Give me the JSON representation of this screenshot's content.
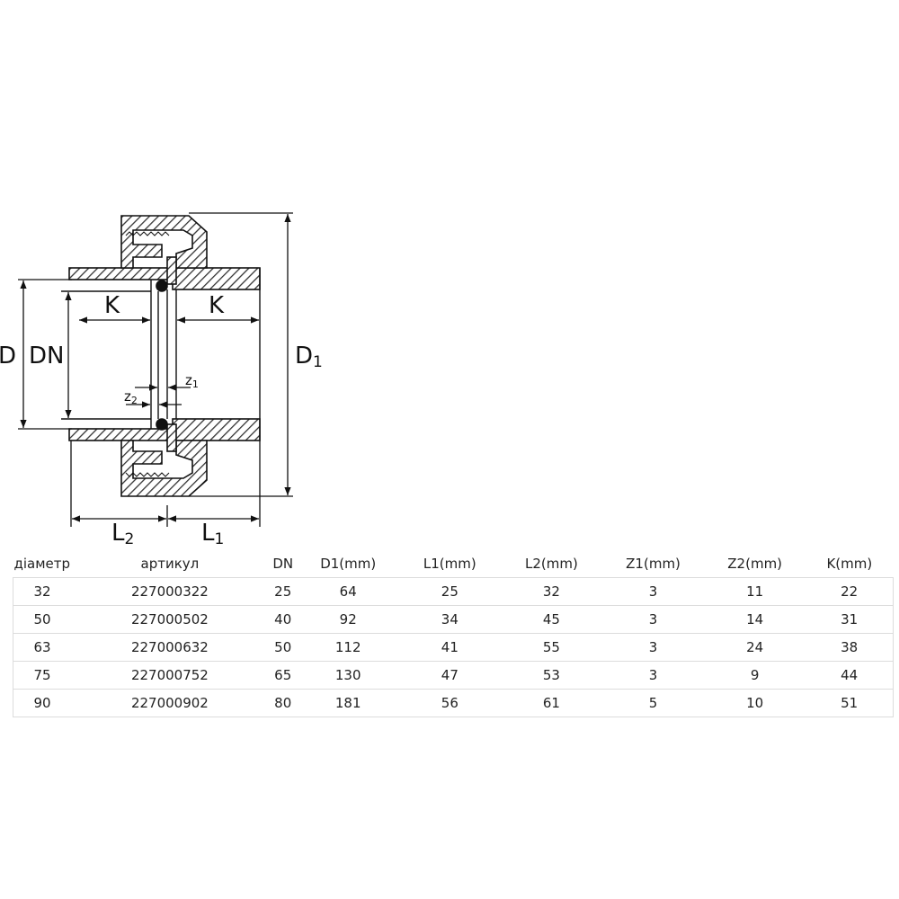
{
  "diagram": {
    "labels": {
      "d": "D",
      "dn": "DN",
      "k_left": "K",
      "k_right": "K",
      "d1": "D",
      "d1_sub": "1",
      "z1": "z",
      "z1_sub": "1",
      "z2": "z",
      "z2_sub": "2",
      "l2": "L",
      "l2_sub": "2",
      "l1": "L",
      "l1_sub": "1"
    },
    "colors": {
      "line": "#111111",
      "hatch": "#333333"
    }
  },
  "table": {
    "headers": [
      "діаметр",
      "артикул",
      "DN",
      "D1(mm)",
      "L1(mm)",
      "L2(mm)",
      "Z1(mm)",
      "Z2(mm)",
      "K(mm)"
    ],
    "rows": [
      [
        "32",
        "227000322",
        "25",
        "64",
        "25",
        "32",
        "3",
        "11",
        "22"
      ],
      [
        "50",
        "227000502",
        "40",
        "92",
        "34",
        "45",
        "3",
        "14",
        "31"
      ],
      [
        "63",
        "227000632",
        "50",
        "112",
        "41",
        "55",
        "3",
        "24",
        "38"
      ],
      [
        "75",
        "227000752",
        "65",
        "130",
        "47",
        "53",
        "3",
        "9",
        "44"
      ],
      [
        "90",
        "227000902",
        "80",
        "181",
        "56",
        "61",
        "5",
        "10",
        "51"
      ]
    ]
  }
}
